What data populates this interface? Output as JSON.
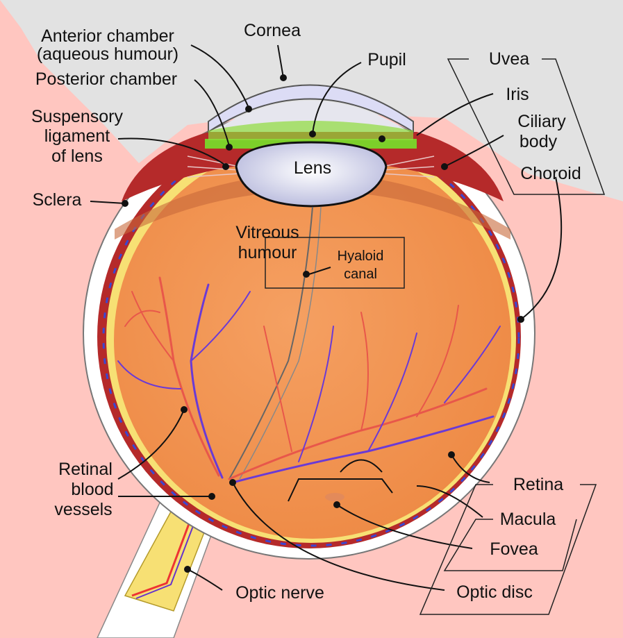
{
  "labels": {
    "anterior_chamber_1": "Anterior chamber",
    "anterior_chamber_2": "(aqueous humour)",
    "cornea": "Cornea",
    "posterior_chamber": "Posterior chamber",
    "pupil": "Pupil",
    "uvea": "Uvea",
    "iris": "Iris",
    "suspensory_1": "Suspensory",
    "suspensory_2": "ligament",
    "suspensory_3": "of lens",
    "ciliary_1": "Ciliary",
    "ciliary_2": "body",
    "lens": "Lens",
    "choroid": "Choroid",
    "sclera": "Sclera",
    "vitreous_1": "Vitreous",
    "vitreous_2": "humour",
    "hyaloid_1": "Hyaloid",
    "hyaloid_2": "canal",
    "retinal_vessels_1": "Retinal",
    "retinal_vessels_2": "blood",
    "retinal_vessels_3": "vessels",
    "retina": "Retina",
    "macula": "Macula",
    "fovea": "Fovea",
    "optic_nerve": "Optic nerve",
    "optic_disc": "Optic disc"
  },
  "colors": {
    "background": "#ffc6c0",
    "sky": "#e2e2e2",
    "vitreous": "#f5a062",
    "sclera": "#ffffff",
    "choroid": "#b52a2a",
    "retina": "#f7e074",
    "lens": "#dfe0f5",
    "iris": "#7ccf2a",
    "cornea": "#dcdcf5"
  }
}
